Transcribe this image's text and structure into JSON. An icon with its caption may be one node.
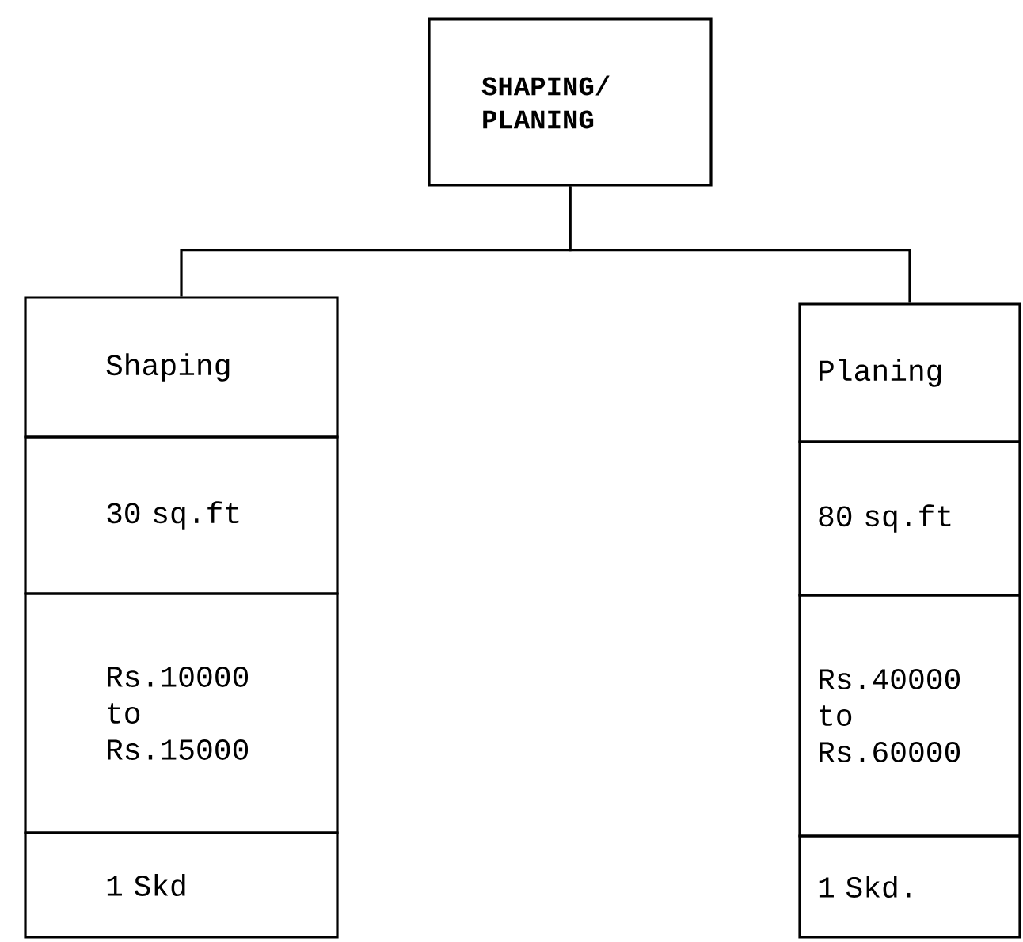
{
  "diagram": {
    "nodes": [
      {
        "text": [
          "SHAPING/ PLANING"
        ]
      },
      {
        "text": [
          "Shaping"
        ]
      },
      {
        "text": [
          "30 sq.ft"
        ]
      },
      {
        "text": [
          "Rs.10000 to Rs.15000"
        ]
      },
      {
        "text": [
          "1 Skd"
        ]
      },
      {
        "text": [
          "Planing"
        ]
      },
      {
        "text": [
          "80 sq.ft"
        ]
      },
      {
        "text": [
          "Rs.40000 to Rs.60000"
        ]
      },
      {
        "text": [
          "1 Skd."
        ]
      }
    ],
    "edges": [
      {
        "from": 0,
        "to": 1,
        "arrow": "none"
      },
      {
        "from": 0,
        "to": 5,
        "arrow": "none"
      }
    ]
  }
}
